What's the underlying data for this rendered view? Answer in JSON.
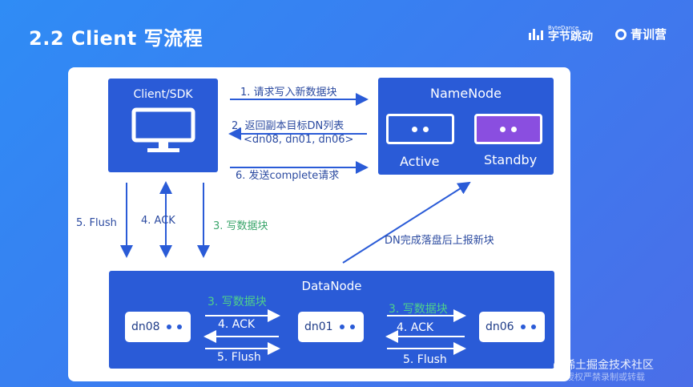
{
  "title": "2.2 Client 写流程",
  "brand": {
    "bytedance_small": "ByteDance",
    "bytedance_big": "字节跳动",
    "camp": "青训营"
  },
  "client": {
    "label": "Client/SDK",
    "icon": "monitor-icon"
  },
  "namenode": {
    "label": "NameNode",
    "active_label": "Active",
    "standby_label": "Standby"
  },
  "datanode": {
    "label": "DataNode",
    "nodes": [
      "dn08",
      "dn01",
      "dn06"
    ]
  },
  "arrows": {
    "step1": "1. 请求写入新数据块",
    "step2": "2. 返回副本目标DN列表",
    "step2_list": "<dn08, dn01, dn06>",
    "step6": "6. 发送complete请求",
    "flush": "5. Flush",
    "ack": "4. ACK",
    "write": "3. 写数据块",
    "report": "DN完成落盘后上报新块"
  },
  "pipeline": {
    "left": {
      "write": "3. 写数据块",
      "ack": "4. ACK",
      "flush": "5. Flush"
    },
    "right": {
      "write": "3. 写数据块",
      "ack": "4. ACK",
      "flush": "5. Flush"
    }
  },
  "watermark": {
    "line1": "@稀土掘金技术社区",
    "line2": "未经授权严禁录制或转载"
  },
  "colors": {
    "background": "#3a7df0",
    "box_blue": "#2a5bd7",
    "standby_purple": "#8a4ee0",
    "green": "#3aa56b"
  }
}
